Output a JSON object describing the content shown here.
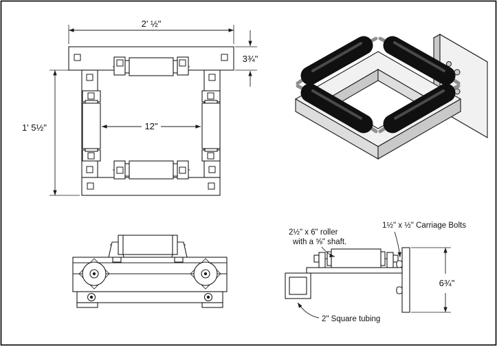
{
  "sheet": {
    "background": "#ffffff",
    "border_color": "#000000"
  },
  "colors": {
    "line": "#1a1a1a",
    "roller_black": "#101010",
    "metal_light": "#f1f1f1",
    "metal_mid": "#dddddd",
    "metal_dark": "#c9c9c9"
  },
  "top_view": {
    "dim_overall_width": "2' ½\"",
    "dim_bar_depth": "3¾\"",
    "dim_overall_height": "1' 5½\"",
    "dim_roller_spacing": "12\""
  },
  "detail_view": {
    "roller_note_line1": "2½\" x 6\" roller",
    "roller_note_line2": "with a ⅝\" shaft.",
    "bolt_note": "1½\" x ½\" Carriage Bolts",
    "dim_plate_height": "6¾\"",
    "tubing_note": "2\" Square tubing"
  }
}
